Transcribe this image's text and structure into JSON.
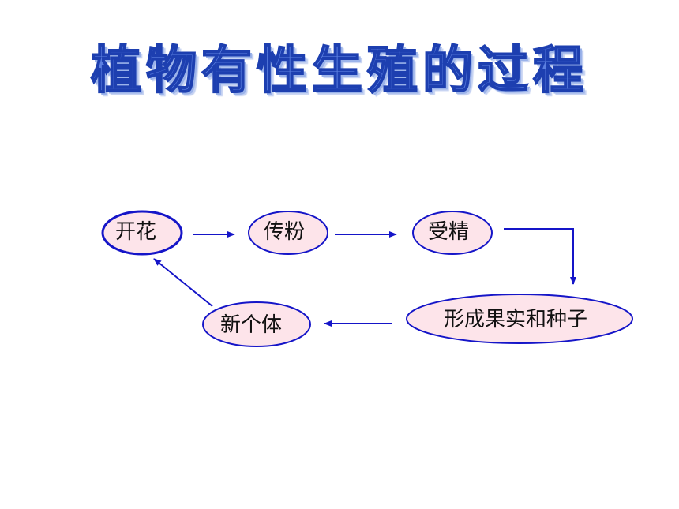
{
  "title": "植物有性生殖的过程",
  "colors": {
    "node_fill": "#fde4ea",
    "node_stroke": "#1515c8",
    "arrow": "#1515c8",
    "title": "#5b7fe0"
  },
  "nodes": {
    "kaihua": "开花",
    "chuanfen": "传粉",
    "shoujing": "受精",
    "xingcheng": "形成果实和种子",
    "xingeti": "新个体"
  }
}
